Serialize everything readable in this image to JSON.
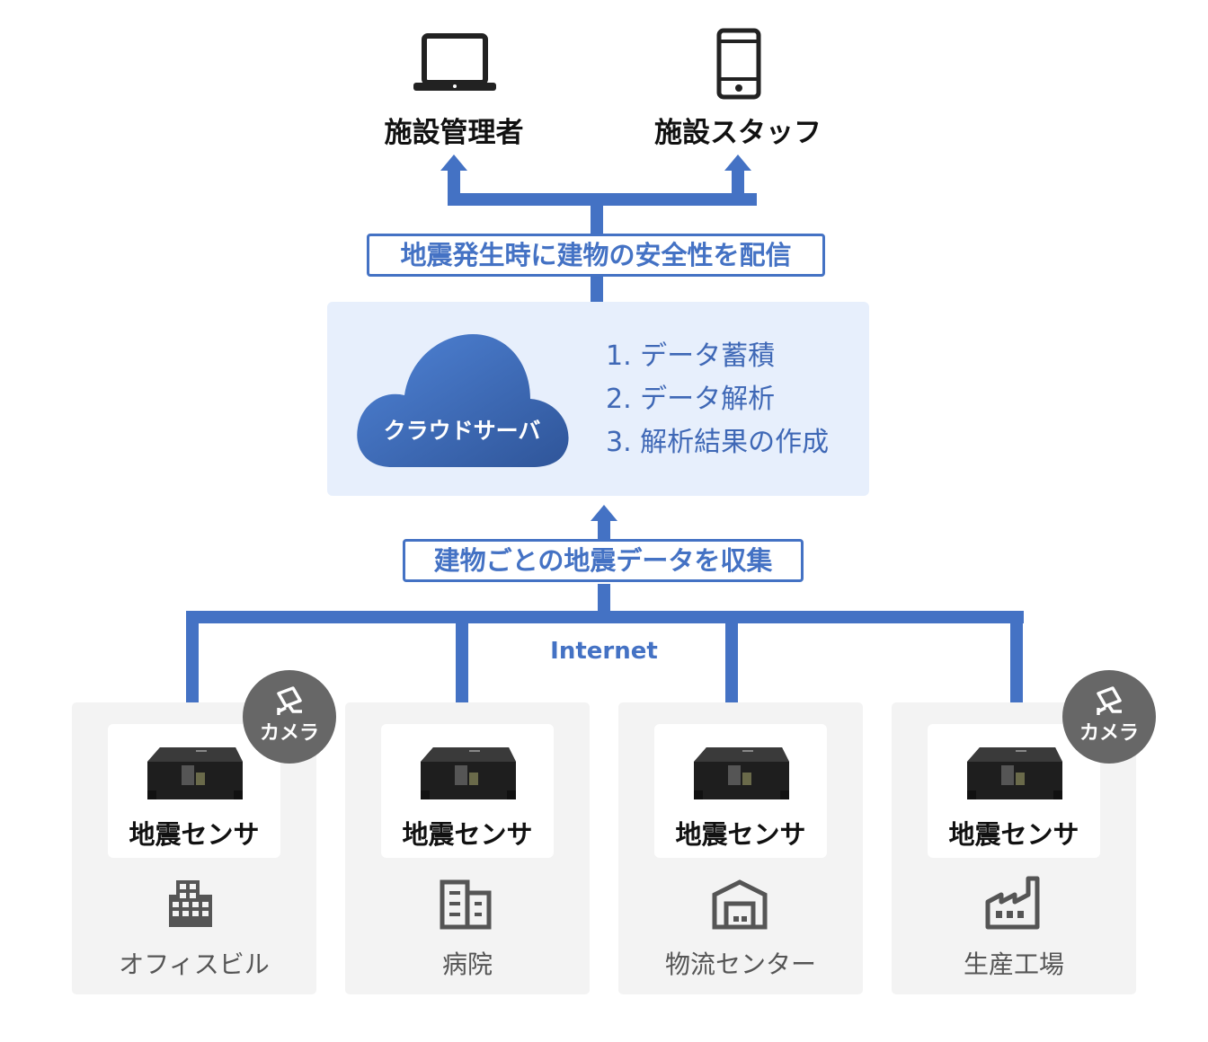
{
  "recipients": [
    {
      "label": "施設管理者",
      "icon": "laptop-icon"
    },
    {
      "label": "施設スタッフ",
      "icon": "smartphone-icon"
    }
  ],
  "delivery_label": "地震発生時に建物の安全性を配信",
  "cloud": {
    "label": "クラウドサーバ",
    "steps": [
      "1. データ蓄積",
      "2. データ解析",
      "3. 解析結果の作成"
    ]
  },
  "collect_label": "建物ごとの地震データを収集",
  "network_label": "Internet",
  "camera_label": "カメラ",
  "sites": [
    {
      "sensor": "地震センサ",
      "building": "オフィスビル",
      "icon": "office-building-icon",
      "has_camera": true
    },
    {
      "sensor": "地震センサ",
      "building": "病院",
      "icon": "hospital-building-icon",
      "has_camera": false
    },
    {
      "sensor": "地震センサ",
      "building": "物流センター",
      "icon": "warehouse-icon",
      "has_camera": false
    },
    {
      "sensor": "地震センサ",
      "building": "生産工場",
      "icon": "factory-icon",
      "has_camera": true
    }
  ],
  "colors": {
    "accent": "#4472c4",
    "panel": "#e7effc",
    "card": "#f3f3f3",
    "badge": "#676767"
  }
}
